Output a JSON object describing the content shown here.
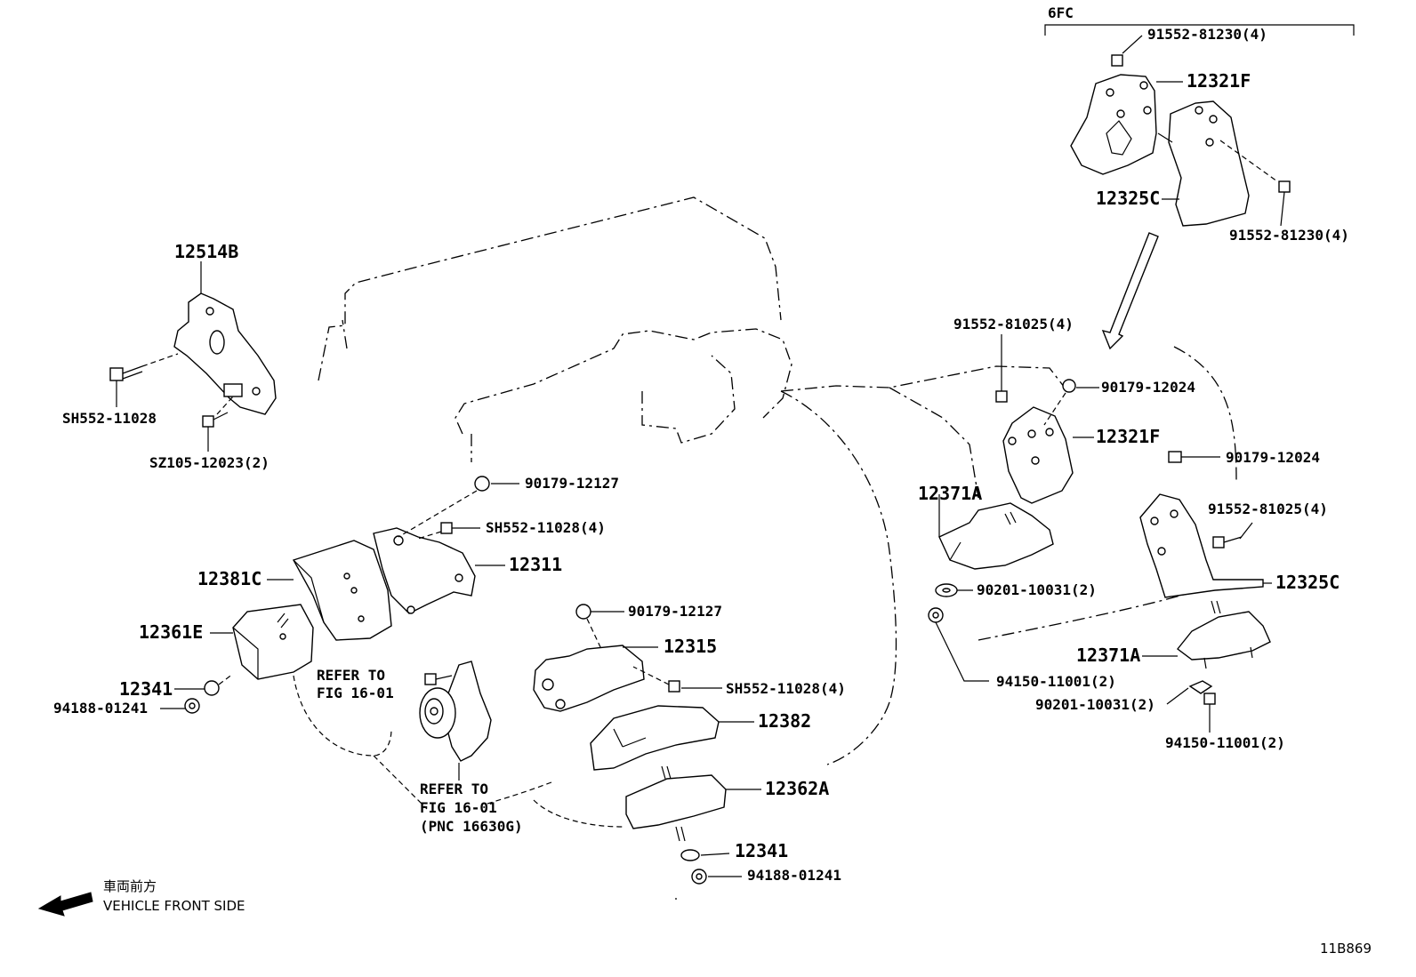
{
  "variant_label": "6FC",
  "labels": {
    "p12514B": "12514B",
    "sh552_11028": "SH552-11028",
    "sz105_12023": "SZ105-12023(2)",
    "p90179_12127_a": "90179-12127",
    "sh552_11028_4_a": "SH552-11028(4)",
    "p12381C": "12381C",
    "p12311": "12311",
    "p12361E": "12361E",
    "p12341_a": "12341",
    "p94188_01241_a": "94188-01241",
    "refer_a_line1": "REFER TO",
    "refer_a_line2": "FIG 16-01",
    "refer_b_line1": "REFER TO",
    "refer_b_line2": "FIG 16-01",
    "refer_b_line3": "(PNC 16630G)",
    "p90179_12127_b": "90179-12127",
    "p12315": "12315",
    "sh552_11028_4_b": "SH552-11028(4)",
    "p12382": "12382",
    "p12362A": "12362A",
    "p12341_b": "12341",
    "p94188_01241_b": "94188-01241",
    "p91552_81230_top": "91552-81230(4)",
    "p12321F_top": "12321F",
    "p12325C_top": "12325C",
    "p91552_81230_right": "91552-81230(4)",
    "p91552_81025_a": "91552-81025(4)",
    "p90179_12024_a": "90179-12024",
    "p12321F_mid": "12321F",
    "p12371A_left": "12371A",
    "p90179_12024_b": "90179-12024",
    "p91552_81025_b": "91552-81025(4)",
    "p90201_10031_a": "90201-10031(2)",
    "p12325C_mid": "12325C",
    "p12371A_right": "12371A",
    "p94150_11001_a": "94150-11001(2)",
    "p90201_10031_b": "90201-10031(2)",
    "p94150_11001_b": "94150-11001(2)"
  },
  "front": {
    "jp": "車両前方",
    "en": "VEHICLE FRONT SIDE"
  },
  "figure_id": "11B869"
}
